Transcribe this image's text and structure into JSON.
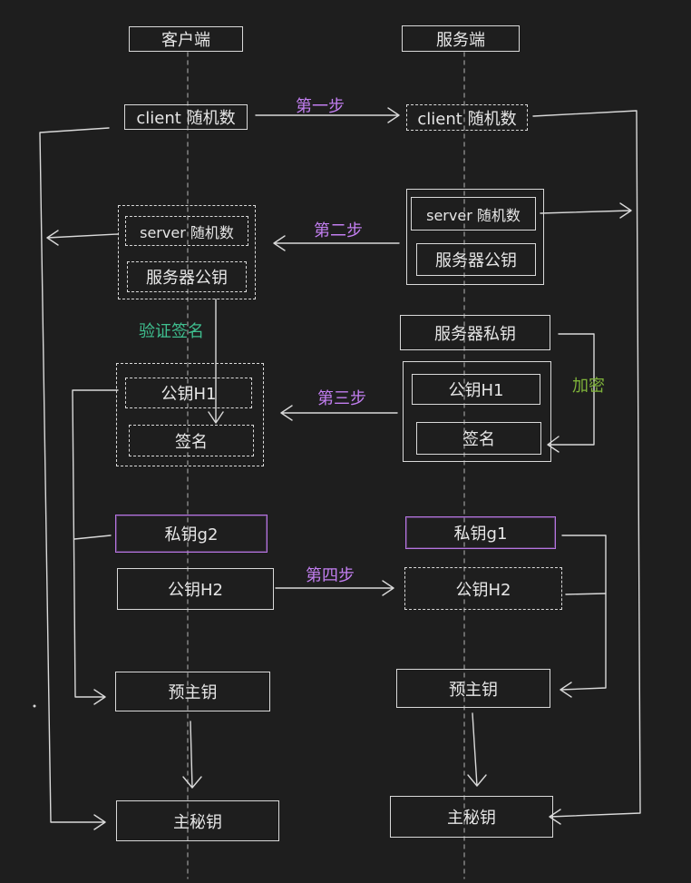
{
  "header": {
    "client": "客户端",
    "server": "服务端"
  },
  "steps": {
    "step1": "第一步",
    "step2": "第二步",
    "step3": "第三步",
    "step4": "第四步"
  },
  "labels": {
    "verify_signature": "验证签名",
    "encrypt": "加密"
  },
  "client": {
    "random": "client 随机数",
    "server_random": "server 随机数",
    "server_pubkey": "服务器公钥",
    "pubkey_h1": "公钥H1",
    "signature": "签名",
    "privkey_g2": "私钥g2",
    "pubkey_h2": "公钥H2",
    "premaster": "预主钥",
    "master": "主秘钥"
  },
  "server": {
    "client_random": "client 随机数",
    "random": "server 随机数",
    "pubkey": "服务器公钥",
    "privkey": "服务器私钥",
    "pubkey_h1": "公钥H1",
    "signature": "签名",
    "privkey_g1": "私钥g1",
    "pubkey_h2": "公钥H2",
    "premaster": "预主钥",
    "master": "主秘钥"
  },
  "colors": {
    "background": "#1e1e1e",
    "stroke": "#d9d9d9",
    "step": "#c27ef0",
    "verify": "#3fbf8f",
    "encrypt": "#7fb33a"
  }
}
